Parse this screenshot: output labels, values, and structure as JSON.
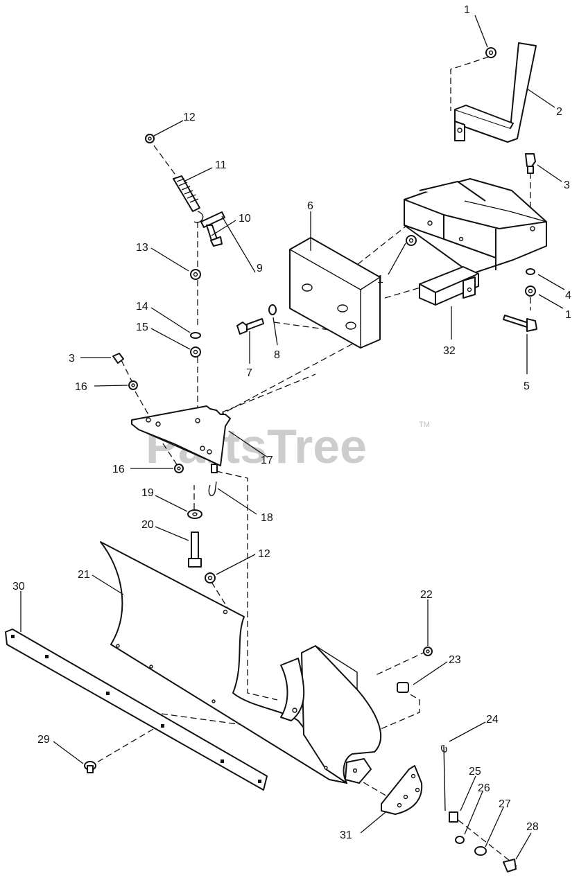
{
  "watermark": {
    "text": "PartsTree",
    "tm": "TM"
  },
  "callouts": [
    {
      "id": "c1a",
      "text": "1"
    },
    {
      "id": "c2",
      "text": "2"
    },
    {
      "id": "c3a",
      "text": "3"
    },
    {
      "id": "c4",
      "text": "4"
    },
    {
      "id": "c1b",
      "text": "1"
    },
    {
      "id": "c5",
      "text": "5"
    },
    {
      "id": "c32",
      "text": "32"
    },
    {
      "id": "c1c",
      "text": "1"
    },
    {
      "id": "c6",
      "text": "6"
    },
    {
      "id": "c7",
      "text": "7"
    },
    {
      "id": "c8",
      "text": "8"
    },
    {
      "id": "c9",
      "text": "9"
    },
    {
      "id": "c10",
      "text": "10"
    },
    {
      "id": "c11",
      "text": "11"
    },
    {
      "id": "c12a",
      "text": "12"
    },
    {
      "id": "c13",
      "text": "13"
    },
    {
      "id": "c14",
      "text": "14"
    },
    {
      "id": "c15",
      "text": "15"
    },
    {
      "id": "c3b",
      "text": "3"
    },
    {
      "id": "c16a",
      "text": "16"
    },
    {
      "id": "c17",
      "text": "17"
    },
    {
      "id": "c16b",
      "text": "16"
    },
    {
      "id": "c18",
      "text": "18"
    },
    {
      "id": "c19",
      "text": "19"
    },
    {
      "id": "c20",
      "text": "20"
    },
    {
      "id": "c12b",
      "text": "12"
    },
    {
      "id": "c21",
      "text": "21"
    },
    {
      "id": "c30",
      "text": "30"
    },
    {
      "id": "c22",
      "text": "22"
    },
    {
      "id": "c23",
      "text": "23"
    },
    {
      "id": "c24",
      "text": "24"
    },
    {
      "id": "c25",
      "text": "25"
    },
    {
      "id": "c26",
      "text": "26"
    },
    {
      "id": "c27",
      "text": "27"
    },
    {
      "id": "c28",
      "text": "28"
    },
    {
      "id": "c29",
      "text": "29"
    },
    {
      "id": "c31",
      "text": "31"
    }
  ]
}
